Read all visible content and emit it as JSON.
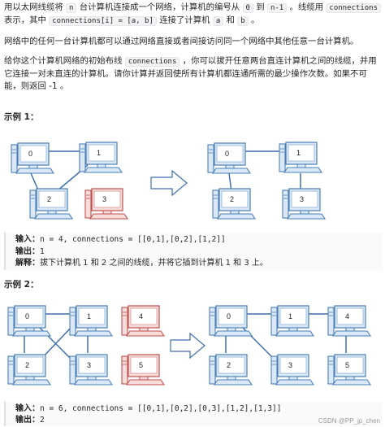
{
  "intro": {
    "p1_a": "用以太网线缆将",
    "p1_n": "n",
    "p1_b": "台计算机连接成一个网络，计算机的编号从",
    "p1_zero": "0",
    "p1_c": "到",
    "p1_nm1": "n-1",
    "p1_d": "。线缆用",
    "p1_connections": "connections",
    "p1_e": "表示，其中",
    "p1_conn_i": "connections[i] = [a, b]",
    "p1_f": "连接了计算机",
    "p1_a_code": "a",
    "p1_g": "和",
    "p1_b_code": "b",
    "p1_h": "。",
    "p2": "网络中的任何一台计算机都可以通过网络直接或者间接访问同一个网络中其他任意一台计算机。",
    "p3_a": "给你这个计算机网络的初始布线",
    "p3_connections": "connections",
    "p3_b": "，你可以拔开任意两台直连计算机之间的线缆，并用它连接一对未直连的计算机。请你计算并返回使所有计算机都连通所需的最少操作次数。如果不可能，则返回 -1 。"
  },
  "example1": {
    "title": "示例 1：",
    "input_label": "输入：",
    "input_value": "n = 4, connections = [[0,1],[0,2],[1,2]]",
    "output_label": "输出：",
    "output_value": "1",
    "explain_label": "解释：",
    "explain_value": "拔下计算机 1 和 2 之间的线缆，并将它插到计算机 1 和 3 上。",
    "before_labels": [
      "0",
      "1",
      "2",
      "3"
    ],
    "after_labels": [
      "0",
      "1",
      "2",
      "3"
    ]
  },
  "example2": {
    "title": "示例 2：",
    "input_label": "输入：",
    "input_value": "n = 6, connections = [[0,1],[0,2],[0,3],[1,2],[1,3]]",
    "output_label": "输出：",
    "output_value": "2",
    "before_labels": [
      "0",
      "1",
      "2",
      "3",
      "4",
      "5"
    ],
    "after_labels": [
      "0",
      "1",
      "2",
      "3",
      "4",
      "5"
    ]
  },
  "colors": {
    "pc_blue_stroke": "#4a7fb5",
    "pc_blue_fill": "#dbe8f6",
    "pc_red_stroke": "#c0504d",
    "pc_red_fill": "#f6dcdb",
    "cable": "#3e6fb0"
  },
  "watermark": "CSDN @PP_jp_chen"
}
